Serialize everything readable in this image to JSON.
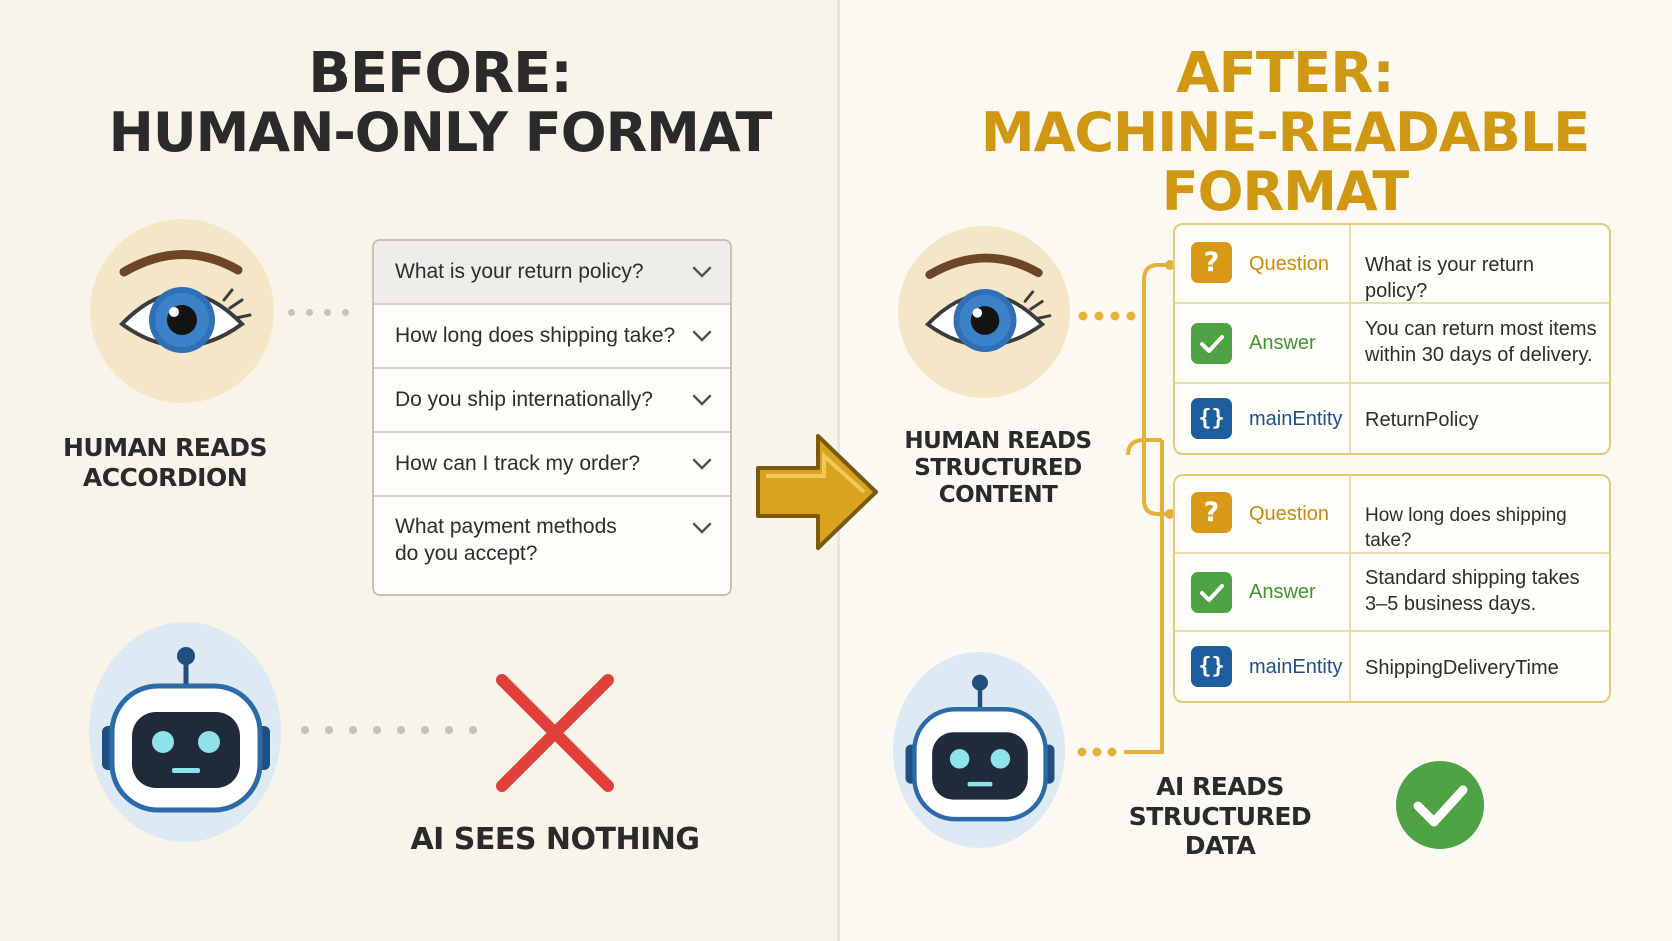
{
  "before": {
    "title_line1": "BEFORE:",
    "title_line2": "HUMAN-ONLY FORMAT",
    "human_caption_line1": "HUMAN READS",
    "human_caption_line2": "ACCORDION",
    "ai_caption": "AI SEES NOTHING",
    "accordion_items": [
      "What is your return policy?",
      "How long does shipping take?",
      "Do you ship internationally?",
      "How can I track my order?",
      "What payment methods do you accept?"
    ]
  },
  "after": {
    "title_line1": "AFTER:",
    "title_line2": "MACHINE-READABLE FORMAT",
    "human_caption_line1": "HUMAN READS",
    "human_caption_line2": "STRUCTURED CONTENT",
    "ai_caption_line1": "AI READS",
    "ai_caption_line2": "STRUCTURED DATA",
    "cards": [
      {
        "question_key": "Question",
        "question_value": "What is your return policy?",
        "answer_key": "Answer",
        "answer_value": "You can return most items within 30 days of delivery.",
        "entity_key": "mainEntity",
        "entity_value": "ReturnPolicy"
      },
      {
        "question_key": "Question",
        "question_value": "How long does shipping take?",
        "answer_key": "Answer",
        "answer_value": "Standard shipping takes 3–5 business days.",
        "entity_key": "mainEntity",
        "entity_value": "ShippingDeliveryTime"
      }
    ]
  },
  "icons": {
    "eye": "eye-icon",
    "robot": "robot-icon",
    "cross": "red-x-icon",
    "check": "check-icon",
    "arrow": "right-arrow-icon",
    "chevron": "chevron-down-icon",
    "question": "question-mark-icon",
    "braces": "braces-icon"
  },
  "colors": {
    "accent_gold": "#cf9712",
    "dark_text": "#2a2a2a",
    "red_x": "#e0403a",
    "green_check": "#4ea243",
    "blue_entity": "#1f5e9c",
    "card_border": "#e7c97a"
  }
}
